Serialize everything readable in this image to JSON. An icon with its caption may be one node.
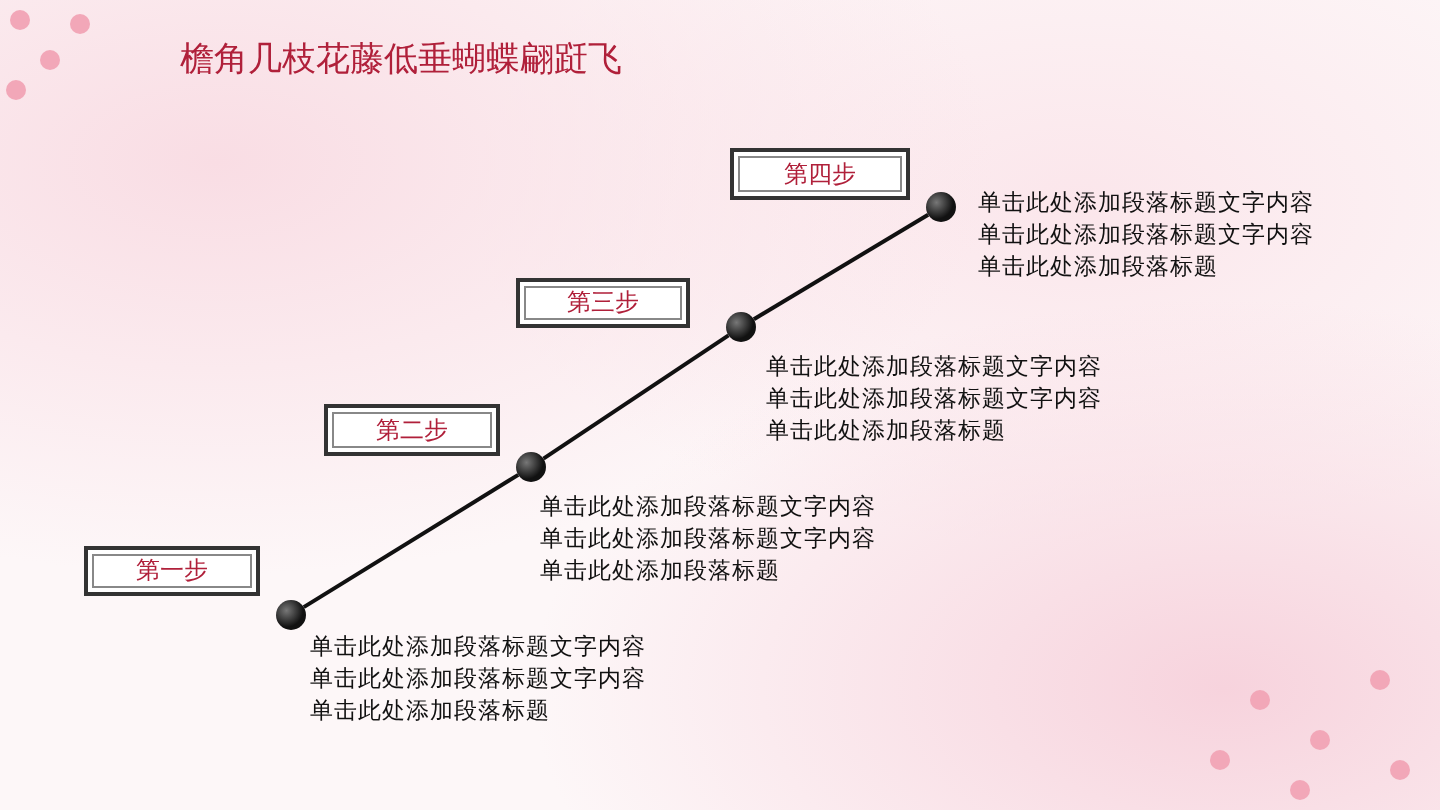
{
  "diagram": {
    "title": "檐角几枝花藤低垂蝴蝶翩跹飞",
    "nodes": [
      {
        "text": [
          "第一步"
        ]
      },
      {
        "text": [
          "第二步"
        ]
      },
      {
        "text": [
          "第三步"
        ]
      },
      {
        "text": [
          "第四步"
        ]
      },
      {
        "text": [],
        "shape": "circle",
        "beside": [
          "单击此处添加段落标题文字内容",
          "单击此处添加段落标题文字内容",
          "单击此处添加段落标题"
        ]
      },
      {
        "text": [],
        "shape": "circle",
        "beside": [
          "单击此处添加段落标题文字内容",
          "单击此处添加段落标题文字内容",
          "单击此处添加段落标题"
        ]
      },
      {
        "text": [],
        "shape": "circle",
        "beside": [
          "单击此处添加段落标题文字内容",
          "单击此处添加段落标题文字内容",
          "单击此处添加段落标题"
        ]
      },
      {
        "text": [],
        "shape": "circle",
        "beside": [
          "单击此处添加段落标题文字内容",
          "单击此处添加段落标题文字内容",
          "单击此处添加段落标题"
        ]
      }
    ],
    "edges": [
      {
        "from": 4,
        "to": 5,
        "arrow": "none"
      },
      {
        "from": 5,
        "to": 6,
        "arrow": "none"
      },
      {
        "from": 6,
        "to": 7,
        "arrow": "none"
      }
    ]
  }
}
